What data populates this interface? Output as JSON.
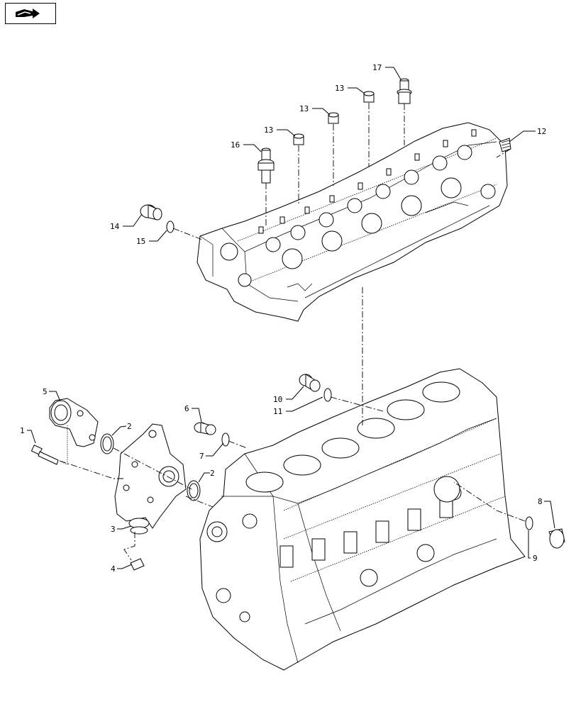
{
  "toolbar": {
    "nav_icon": "arrow-right-icon"
  },
  "callouts": [
    {
      "id": "c1",
      "text": "1"
    },
    {
      "id": "c2a",
      "text": "2"
    },
    {
      "id": "c2b",
      "text": "2"
    },
    {
      "id": "c3",
      "text": "3"
    },
    {
      "id": "c4",
      "text": "4"
    },
    {
      "id": "c5",
      "text": "5"
    },
    {
      "id": "c6",
      "text": "6"
    },
    {
      "id": "c7",
      "text": "7"
    },
    {
      "id": "c8",
      "text": "8"
    },
    {
      "id": "c9",
      "text": "9"
    },
    {
      "id": "c10",
      "text": "10"
    },
    {
      "id": "c11",
      "text": "11"
    },
    {
      "id": "c12",
      "text": "12"
    },
    {
      "id": "c13a",
      "text": "13"
    },
    {
      "id": "c13b",
      "text": "13"
    },
    {
      "id": "c13c",
      "text": "13"
    },
    {
      "id": "c14",
      "text": "14"
    },
    {
      "id": "c15",
      "text": "15"
    },
    {
      "id": "c16",
      "text": "16"
    },
    {
      "id": "c17",
      "text": "17"
    }
  ],
  "colors": {
    "ink": "#000000",
    "paper": "#ffffff"
  }
}
